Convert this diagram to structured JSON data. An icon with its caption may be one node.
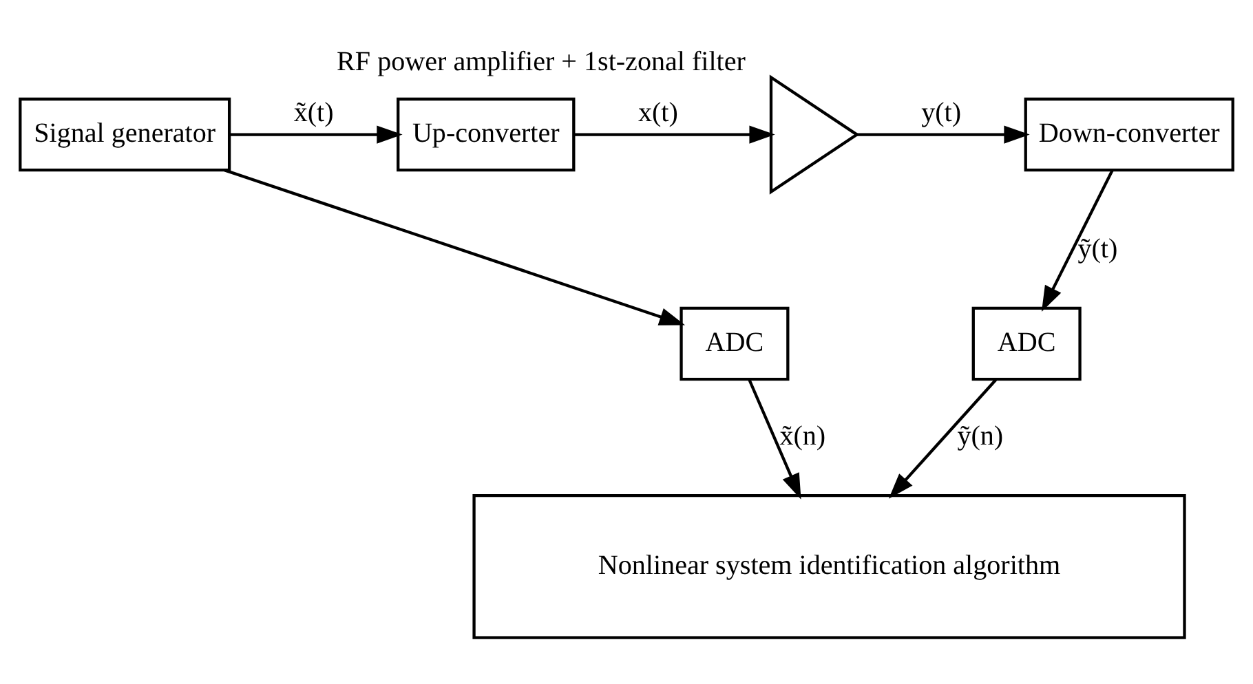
{
  "diagram": {
    "nodes": [
      {
        "text": [
          "Signal generator"
        ]
      },
      {
        "text": [
          "Up-converter"
        ]
      },
      {
        "text": [
          "RF power amplifier + 1st-zonal filter"
        ]
      },
      {
        "text": [
          "Down-converter"
        ]
      },
      {
        "text": [
          "ADC"
        ]
      },
      {
        "text": [
          "ADC"
        ]
      },
      {
        "text": [
          "Nonlinear system identification algorithm"
        ]
      }
    ],
    "edges": [
      {
        "from": 0,
        "to": 1,
        "arrow": "to",
        "label": "x̃(t)"
      },
      {
        "from": 0,
        "to": 4,
        "arrow": "to"
      },
      {
        "from": 1,
        "to": 2,
        "arrow": "to",
        "label": "x(t)"
      },
      {
        "from": 2,
        "to": 3,
        "arrow": "to",
        "label": "y(t)"
      },
      {
        "from": 3,
        "to": 5,
        "arrow": "to",
        "label": "ỹ(t)"
      },
      {
        "from": 4,
        "to": 6,
        "arrow": "to",
        "label": "x̃(n)"
      },
      {
        "from": 5,
        "to": 6,
        "arrow": "to",
        "label": "ỹ(n)"
      }
    ]
  }
}
